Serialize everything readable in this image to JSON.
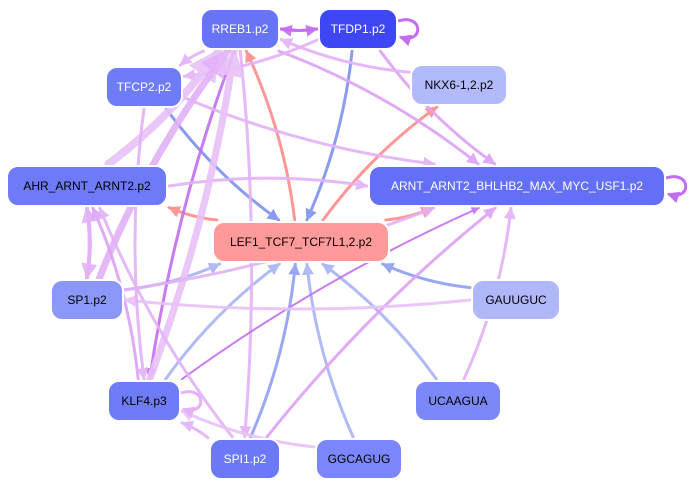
{
  "colors": {
    "target": "#ff9a9a",
    "regulator_strong": "#3f47f5",
    "regulator_mid": "#6874f8",
    "regulator_light": "#a8b0fb",
    "mirna": "#b3bafb",
    "edge_blue": "#7f90f2",
    "edge_violet": "#d58cf0",
    "edge_red": "#ff8c8c",
    "node_stroke": "#ffffff"
  },
  "nodes": [
    {
      "id": "RREB1.p2",
      "label": "RREB1.p2",
      "color": "#6874f8",
      "text": "#ffffff"
    },
    {
      "id": "TFDP1.p2",
      "label": "TFDP1.p2",
      "color": "#3f47f5",
      "text": "#ffffff"
    },
    {
      "id": "TFCP2.p2",
      "label": "TFCP2.p2",
      "color": "#6f7cf8",
      "text": "#ffffff"
    },
    {
      "id": "NKX6-1,2.p2",
      "label": "NKX6-1,2.p2",
      "color": "#b3bafb",
      "text": "#000000"
    },
    {
      "id": "AHR_ARNT_ARNT2.p2",
      "label": "AHR_ARNT_ARNT2.p2",
      "color": "#6e7af8",
      "text": "#000000"
    },
    {
      "id": "ARNT_ARNT2_BHLHB2_MAX_MYC_USF1.p2",
      "label": "ARNT_ARNT2_BHLHB2_MAX_MYC_USF1.p2",
      "color": "#646ff7",
      "text": "#ffffff"
    },
    {
      "id": "LEF1_TCF7_TCF7L1,2.p2",
      "label": "LEF1_TCF7_TCF7L1,2.p2",
      "color": "#ff9a9a",
      "text": "#000000"
    },
    {
      "id": "SP1.p2",
      "label": "SP1.p2",
      "color": "#8c98f9",
      "text": "#000000"
    },
    {
      "id": "GAUUGUC",
      "label": "GAUUGUC",
      "color": "#b0b7fb",
      "text": "#000000"
    },
    {
      "id": "KLF4.p3",
      "label": "KLF4.p3",
      "color": "#6f7cf8",
      "text": "#000000"
    },
    {
      "id": "UCAAGUA",
      "label": "UCAAGUA",
      "color": "#7c88f9",
      "text": "#000000"
    },
    {
      "id": "SPI1.p2",
      "label": "SPI1.p2",
      "color": "#6c78f8",
      "text": "#ffffff"
    },
    {
      "id": "GGCAGUG",
      "label": "GGCAGUG",
      "color": "#7a86f9",
      "text": "#000000"
    }
  ],
  "edges": [
    {
      "from": "TFCP2.p2",
      "to": "LEF1_TCF7_TCF7L1,2.p2",
      "color": "#7f90f2",
      "weight": 3
    },
    {
      "from": "TFDP1.p2",
      "to": "LEF1_TCF7_TCF7L1,2.p2",
      "color": "#7f90f2",
      "weight": 3
    },
    {
      "from": "LEF1_TCF7_TCF7L1,2.p2",
      "to": "RREB1.p2",
      "color": "#ff8c8c",
      "weight": 3
    },
    {
      "from": "LEF1_TCF7_TCF7L1,2.p2",
      "to": "NKX6-1,2.p2",
      "color": "#ff8c8c",
      "weight": 3
    },
    {
      "from": "LEF1_TCF7_TCF7L1,2.p2",
      "to": "ARNT_ARNT2_BHLHB2_MAX_MYC_USF1.p2",
      "color": "#ff8c8c",
      "weight": 3
    },
    {
      "from": "LEF1_TCF7_TCF7L1,2.p2",
      "to": "AHR_ARNT_ARNT2.p2",
      "color": "#ff8c8c",
      "weight": 3
    },
    {
      "from": "SP1.p2",
      "to": "LEF1_TCF7_TCF7L1,2.p2",
      "color": "#a8b4f5",
      "weight": 3
    },
    {
      "from": "KLF4.p3",
      "to": "LEF1_TCF7_TCF7L1,2.p2",
      "color": "#a8b4f5",
      "weight": 3
    },
    {
      "from": "SPI1.p2",
      "to": "LEF1_TCF7_TCF7L1,2.p2",
      "color": "#8f9ff3",
      "weight": 3
    },
    {
      "from": "GGCAGUG",
      "to": "LEF1_TCF7_TCF7L1,2.p2",
      "color": "#a8b4f5",
      "weight": 3
    },
    {
      "from": "UCAAGUA",
      "to": "LEF1_TCF7_TCF7L1,2.p2",
      "color": "#a8b4f5",
      "weight": 3
    },
    {
      "from": "GAUUGUC",
      "to": "LEF1_TCF7_TCF7L1,2.p2",
      "color": "#8f9ff3",
      "weight": 3
    },
    {
      "from": "RREB1.p2",
      "to": "TFDP1.p2",
      "color": "#c36ef0",
      "weight": 3
    },
    {
      "from": "TFDP1.p2",
      "to": "RREB1.p2",
      "color": "#c36ef0",
      "weight": 3
    },
    {
      "from": "RREB1.p2",
      "to": "TFCP2.p2",
      "color": "#e3b2f7",
      "weight": 3
    },
    {
      "from": "RREB1.p2",
      "to": "ARNT_ARNT2_BHLHB2_MAX_MYC_USF1.p2",
      "color": "#dca2f6",
      "weight": 3
    },
    {
      "from": "RREB1.p2",
      "to": "KLF4.p3",
      "color": "#c36ef0",
      "weight": 3
    },
    {
      "from": "RREB1.p2",
      "to": "SPI1.p2",
      "color": "#e3b2f7",
      "weight": 3
    },
    {
      "from": "TFDP1.p2",
      "to": "ARNT_ARNT2_BHLHB2_MAX_MYC_USF1.p2",
      "color": "#dca2f6",
      "weight": 3
    },
    {
      "from": "TFDP1.p2",
      "to": "TFCP2.p2",
      "color": "#e3b2f7",
      "weight": 3
    },
    {
      "from": "TFCP2.p2",
      "to": "ARNT_ARNT2_BHLHB2_MAX_MYC_USF1.p2",
      "color": "#e3b2f7",
      "weight": 3
    },
    {
      "from": "AHR_ARNT_ARNT2.p2",
      "to": "ARNT_ARNT2_BHLHB2_MAX_MYC_USF1.p2",
      "color": "#e3b2f7",
      "weight": 3
    },
    {
      "from": "AHR_ARNT_ARNT2.p2",
      "to": "RREB1.p2",
      "color": "#e8c2f8",
      "weight": 8
    },
    {
      "from": "AHR_ARNT_ARNT2.p2",
      "to": "SP1.p2",
      "color": "#e3b2f7",
      "weight": 4
    },
    {
      "from": "SP1.p2",
      "to": "AHR_ARNT_ARNT2.p2",
      "color": "#e3b2f7",
      "weight": 4
    },
    {
      "from": "SP1.p2",
      "to": "RREB1.p2",
      "color": "#e3b2f7",
      "weight": 7
    },
    {
      "from": "KLF4.p3",
      "to": "RREB1.p2",
      "color": "#e8c2f8",
      "weight": 7
    },
    {
      "from": "KLF4.p3",
      "to": "ARNT_ARNT2_BHLHB2_MAX_MYC_USF1.p2",
      "color": "#c36ef0",
      "weight": 2
    },
    {
      "from": "KLF4.p3",
      "to": "AHR_ARNT_ARNT2.p2",
      "color": "#dca2f6",
      "weight": 3
    },
    {
      "from": "SPI1.p2",
      "to": "ARNT_ARNT2_BHLHB2_MAX_MYC_USF1.p2",
      "color": "#dca2f6",
      "weight": 3
    },
    {
      "from": "SPI1.p2",
      "to": "KLF4.p3",
      "color": "#e3b2f7",
      "weight": 3
    },
    {
      "from": "SPI1.p2",
      "to": "AHR_ARNT_ARNT2.p2",
      "color": "#e3b2f7",
      "weight": 3
    },
    {
      "from": "SP1.p2",
      "to": "ARNT_ARNT2_BHLHB2_MAX_MYC_USF1.p2",
      "color": "#e3b2f7",
      "weight": 3
    },
    {
      "from": "GGCAGUG",
      "to": "KLF4.p3",
      "color": "#e8c2f8",
      "weight": 3
    },
    {
      "from": "UCAAGUA",
      "to": "ARNT_ARNT2_BHLHB2_MAX_MYC_USF1.p2",
      "color": "#e3b2f7",
      "weight": 3
    },
    {
      "from": "GAUUGUC",
      "to": "SP1.p2",
      "color": "#e8c2f8",
      "weight": 3
    },
    {
      "from": "TFCP2.p2",
      "to": "KLF4.p3",
      "color": "#e3b2f7",
      "weight": 3
    },
    {
      "from": "NKX6-1,2.p2",
      "to": "RREB1.p2",
      "color": "#e3b2f7",
      "weight": 3
    }
  ],
  "self_loops": [
    {
      "node": "TFDP1.p2",
      "color": "#c36ef0"
    },
    {
      "node": "ARNT_ARNT2_BHLHB2_MAX_MYC_USF1.p2",
      "color": "#c36ef0"
    },
    {
      "node": "KLF4.p3",
      "color": "#e3b2f7"
    }
  ]
}
